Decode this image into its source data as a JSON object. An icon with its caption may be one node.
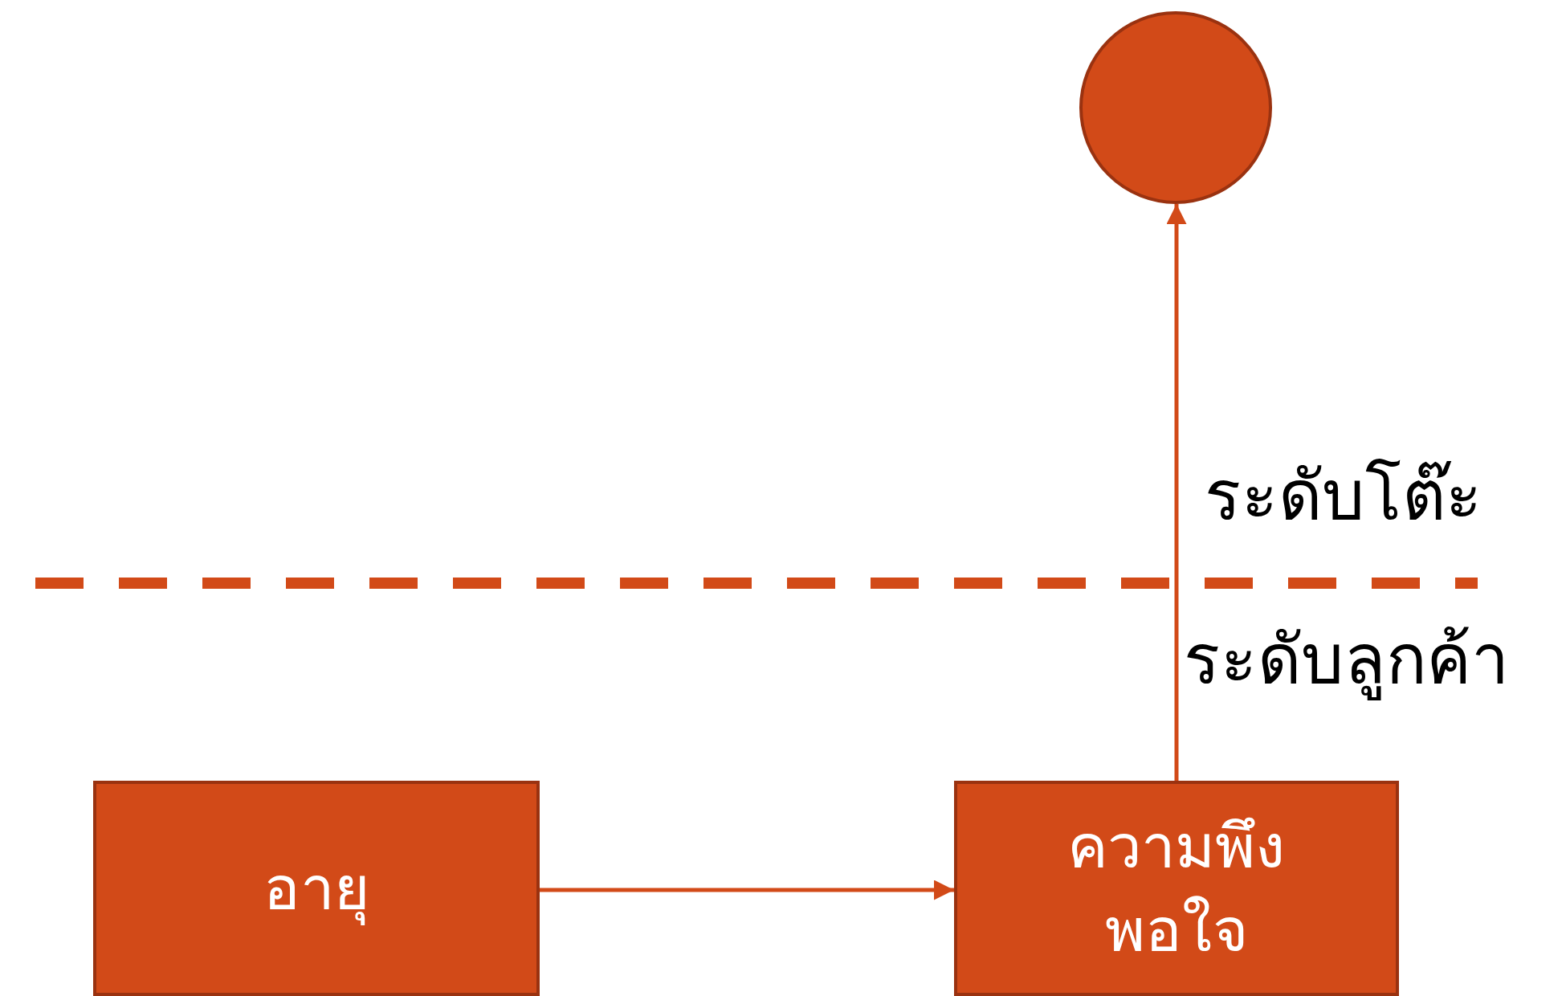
{
  "diagram": {
    "nodes": [
      {
        "text": [],
        "shape": "circle"
      },
      {
        "text": [
          "อายุ"
        ]
      },
      {
        "text": [
          "ความพึงพอใจ"
        ]
      }
    ],
    "edges": [
      {
        "from": 1,
        "to": 2,
        "arrow": "to"
      },
      {
        "from": 2,
        "to": 0,
        "arrow": "to"
      }
    ],
    "labels": [
      "ระดับโต๊ะ",
      "ระดับลูกค้า"
    ]
  }
}
